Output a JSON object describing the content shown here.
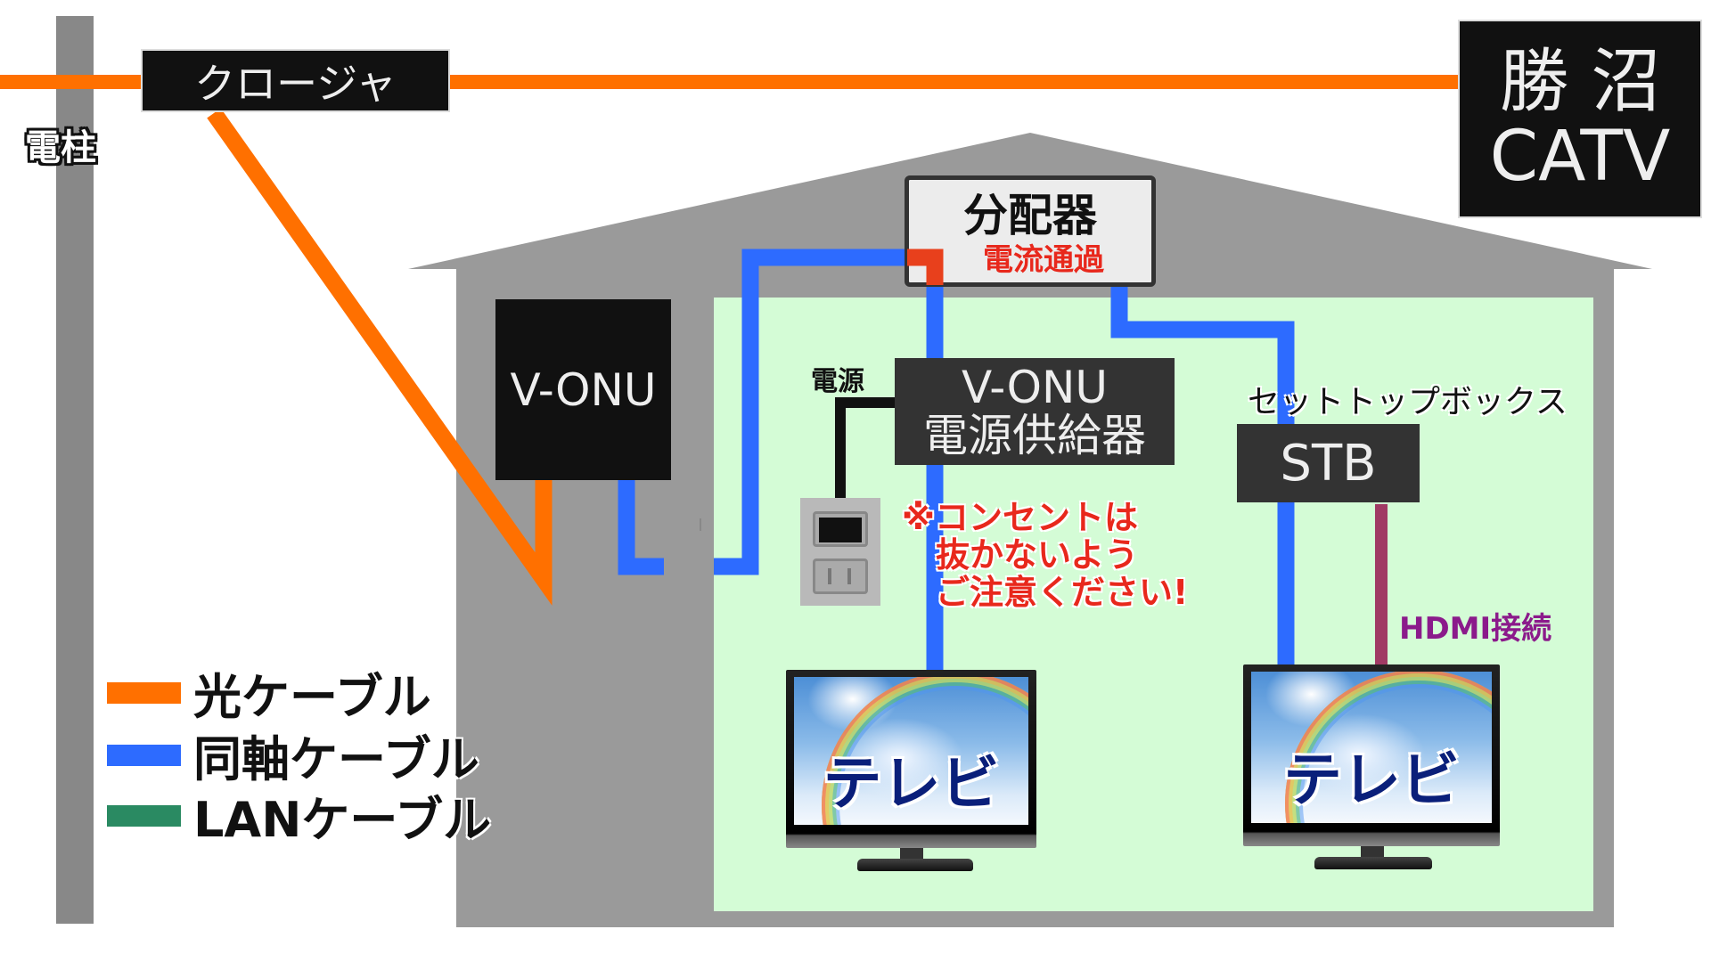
{
  "title": "勝沼CATV V-ONU 接続図",
  "provider": {
    "line1": "勝 沼",
    "line2": "CATV"
  },
  "pole": {
    "label": "電柱"
  },
  "closure": {
    "label": "クロージャ"
  },
  "splitter": {
    "label": "分配器",
    "note": "電流通過"
  },
  "vonu": {
    "label": "V-ONU"
  },
  "power_supply": {
    "line1": "V-ONU",
    "line2": "電源供給器",
    "cable_label": "電源"
  },
  "warning": {
    "line1": "※コンセントは",
    "line2": "抜かないよう",
    "line3": "ご注意ください!"
  },
  "stb": {
    "caption": "セットトップボックス",
    "label": "STB",
    "hdmi_label": "HDMI接続"
  },
  "tvs": [
    {
      "label": "テレビ"
    },
    {
      "label": "テレビ"
    }
  ],
  "legend": [
    {
      "label": "光ケーブル",
      "color": "#ff7000"
    },
    {
      "label": "同軸ケーブル",
      "color": "#2d6bff"
    },
    {
      "label": "LANケーブル",
      "color": "#2a8a62"
    }
  ],
  "colors": {
    "fiber": "#ff7000",
    "coax": "#2d6bff",
    "lan": "#2a8a62",
    "hdmi": "#a03a64",
    "current_pass": "#e8401c",
    "house": "#9a9a9a",
    "interior": "#d4fcd6",
    "pole": "#888888",
    "warning_text": "#e8281c",
    "hdmi_text": "#8b1a8b"
  }
}
